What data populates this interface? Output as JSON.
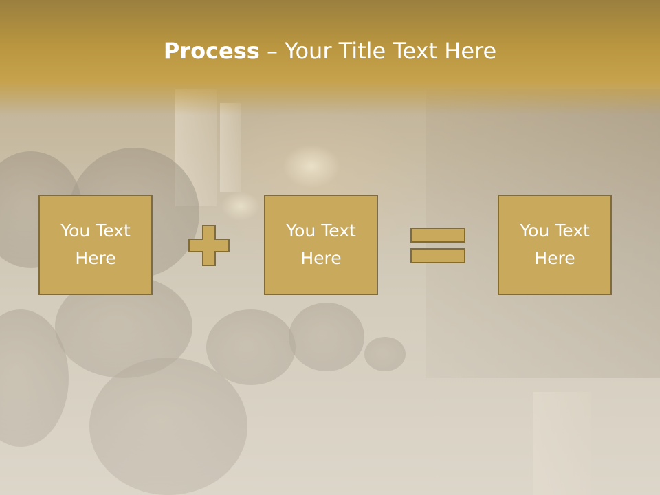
{
  "slide": {
    "title_bold": "Process",
    "title_rest": " – Your Title Text Here"
  },
  "process": {
    "boxes": [
      {
        "text": "You Text\nHere"
      },
      {
        "text": "You Text\nHere"
      },
      {
        "text": "You Text\nHere"
      }
    ],
    "operators": [
      "plus-icon",
      "equals-icon"
    ]
  },
  "colors": {
    "accent": "#c9a95c",
    "accent_border": "#7f6b3b",
    "title_band": "#b9963f",
    "text": "#ffffff"
  }
}
